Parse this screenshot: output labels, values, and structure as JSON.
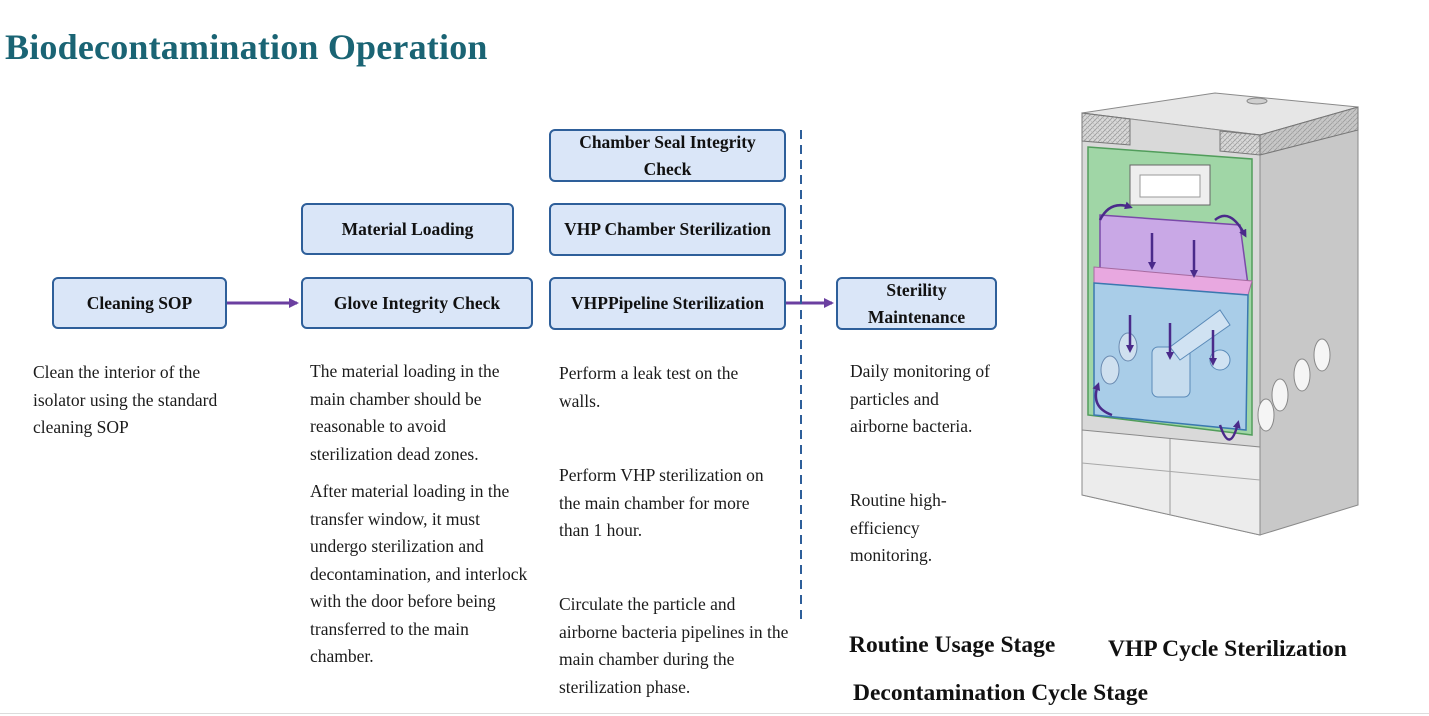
{
  "title": "Biodecontamination Operation",
  "flow": {
    "cleaning_sop": "Cleaning SOP",
    "material_loading": "Material Loading",
    "glove_integrity_check": "Glove Integrity Check",
    "chamber_seal_integrity_check": "Chamber Seal Integrity Check",
    "vhp_chamber_sterilization": "VHP Chamber Sterilization",
    "vhp_pipeline_sterilization": "VHPPipeline Sterilization",
    "sterility_maintenance": "Sterility Maintenance"
  },
  "descriptions": {
    "cleaning": "Clean the interior of the isolator using the standard cleaning SOP",
    "material_loading": "The material loading in the main chamber should be reasonable to avoid sterilization dead zones.",
    "transfer_window": "After material loading in the transfer window, it must undergo sterilization and decontamination, and interlock with the door before being transferred to the main chamber.",
    "leak_test": "Perform a leak test on the walls.",
    "vhp_sterilization": "Perform VHP sterilization on the main chamber for more than 1 hour.",
    "circulate": "Circulate the particle and airborne bacteria pipelines in the main chamber during the sterilization phase.",
    "daily_monitoring": "Daily monitoring of particles and airborne bacteria.",
    "routine_monitoring": "Routine high-efficiency monitoring."
  },
  "stages": {
    "routine_usage": "Routine Usage Stage",
    "vhp_cycle": "VHP Cycle Sterilization",
    "decontamination_cycle": "Decontamination Cycle Stage"
  },
  "colors": {
    "title": "#1a6474",
    "box_fill": "#dae6f8",
    "box_border": "#2e5f9a",
    "arrow": "#6b3fa0",
    "divider": "#2e5f9a"
  }
}
